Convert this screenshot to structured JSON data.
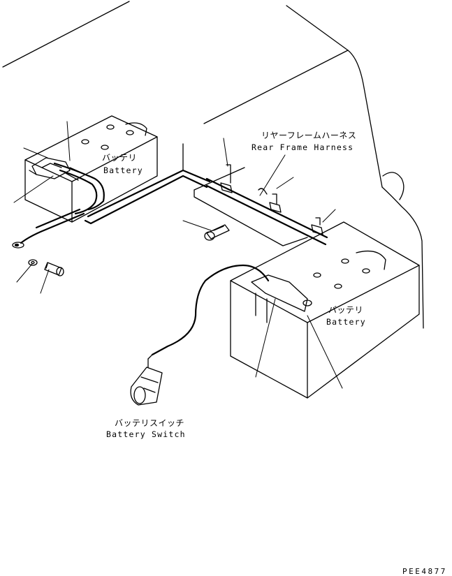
{
  "labels": {
    "battery_left_jp": "バッテリ",
    "battery_left_en": "Battery",
    "battery_right_jp": "バッテリ",
    "battery_right_en": "Battery",
    "harness_jp": "リヤーフレームハーネス",
    "harness_en": "Rear Frame Harness",
    "switch_jp": "バッテリスイッチ",
    "switch_en": "Battery Switch"
  },
  "drawing_code": "PEE4877"
}
